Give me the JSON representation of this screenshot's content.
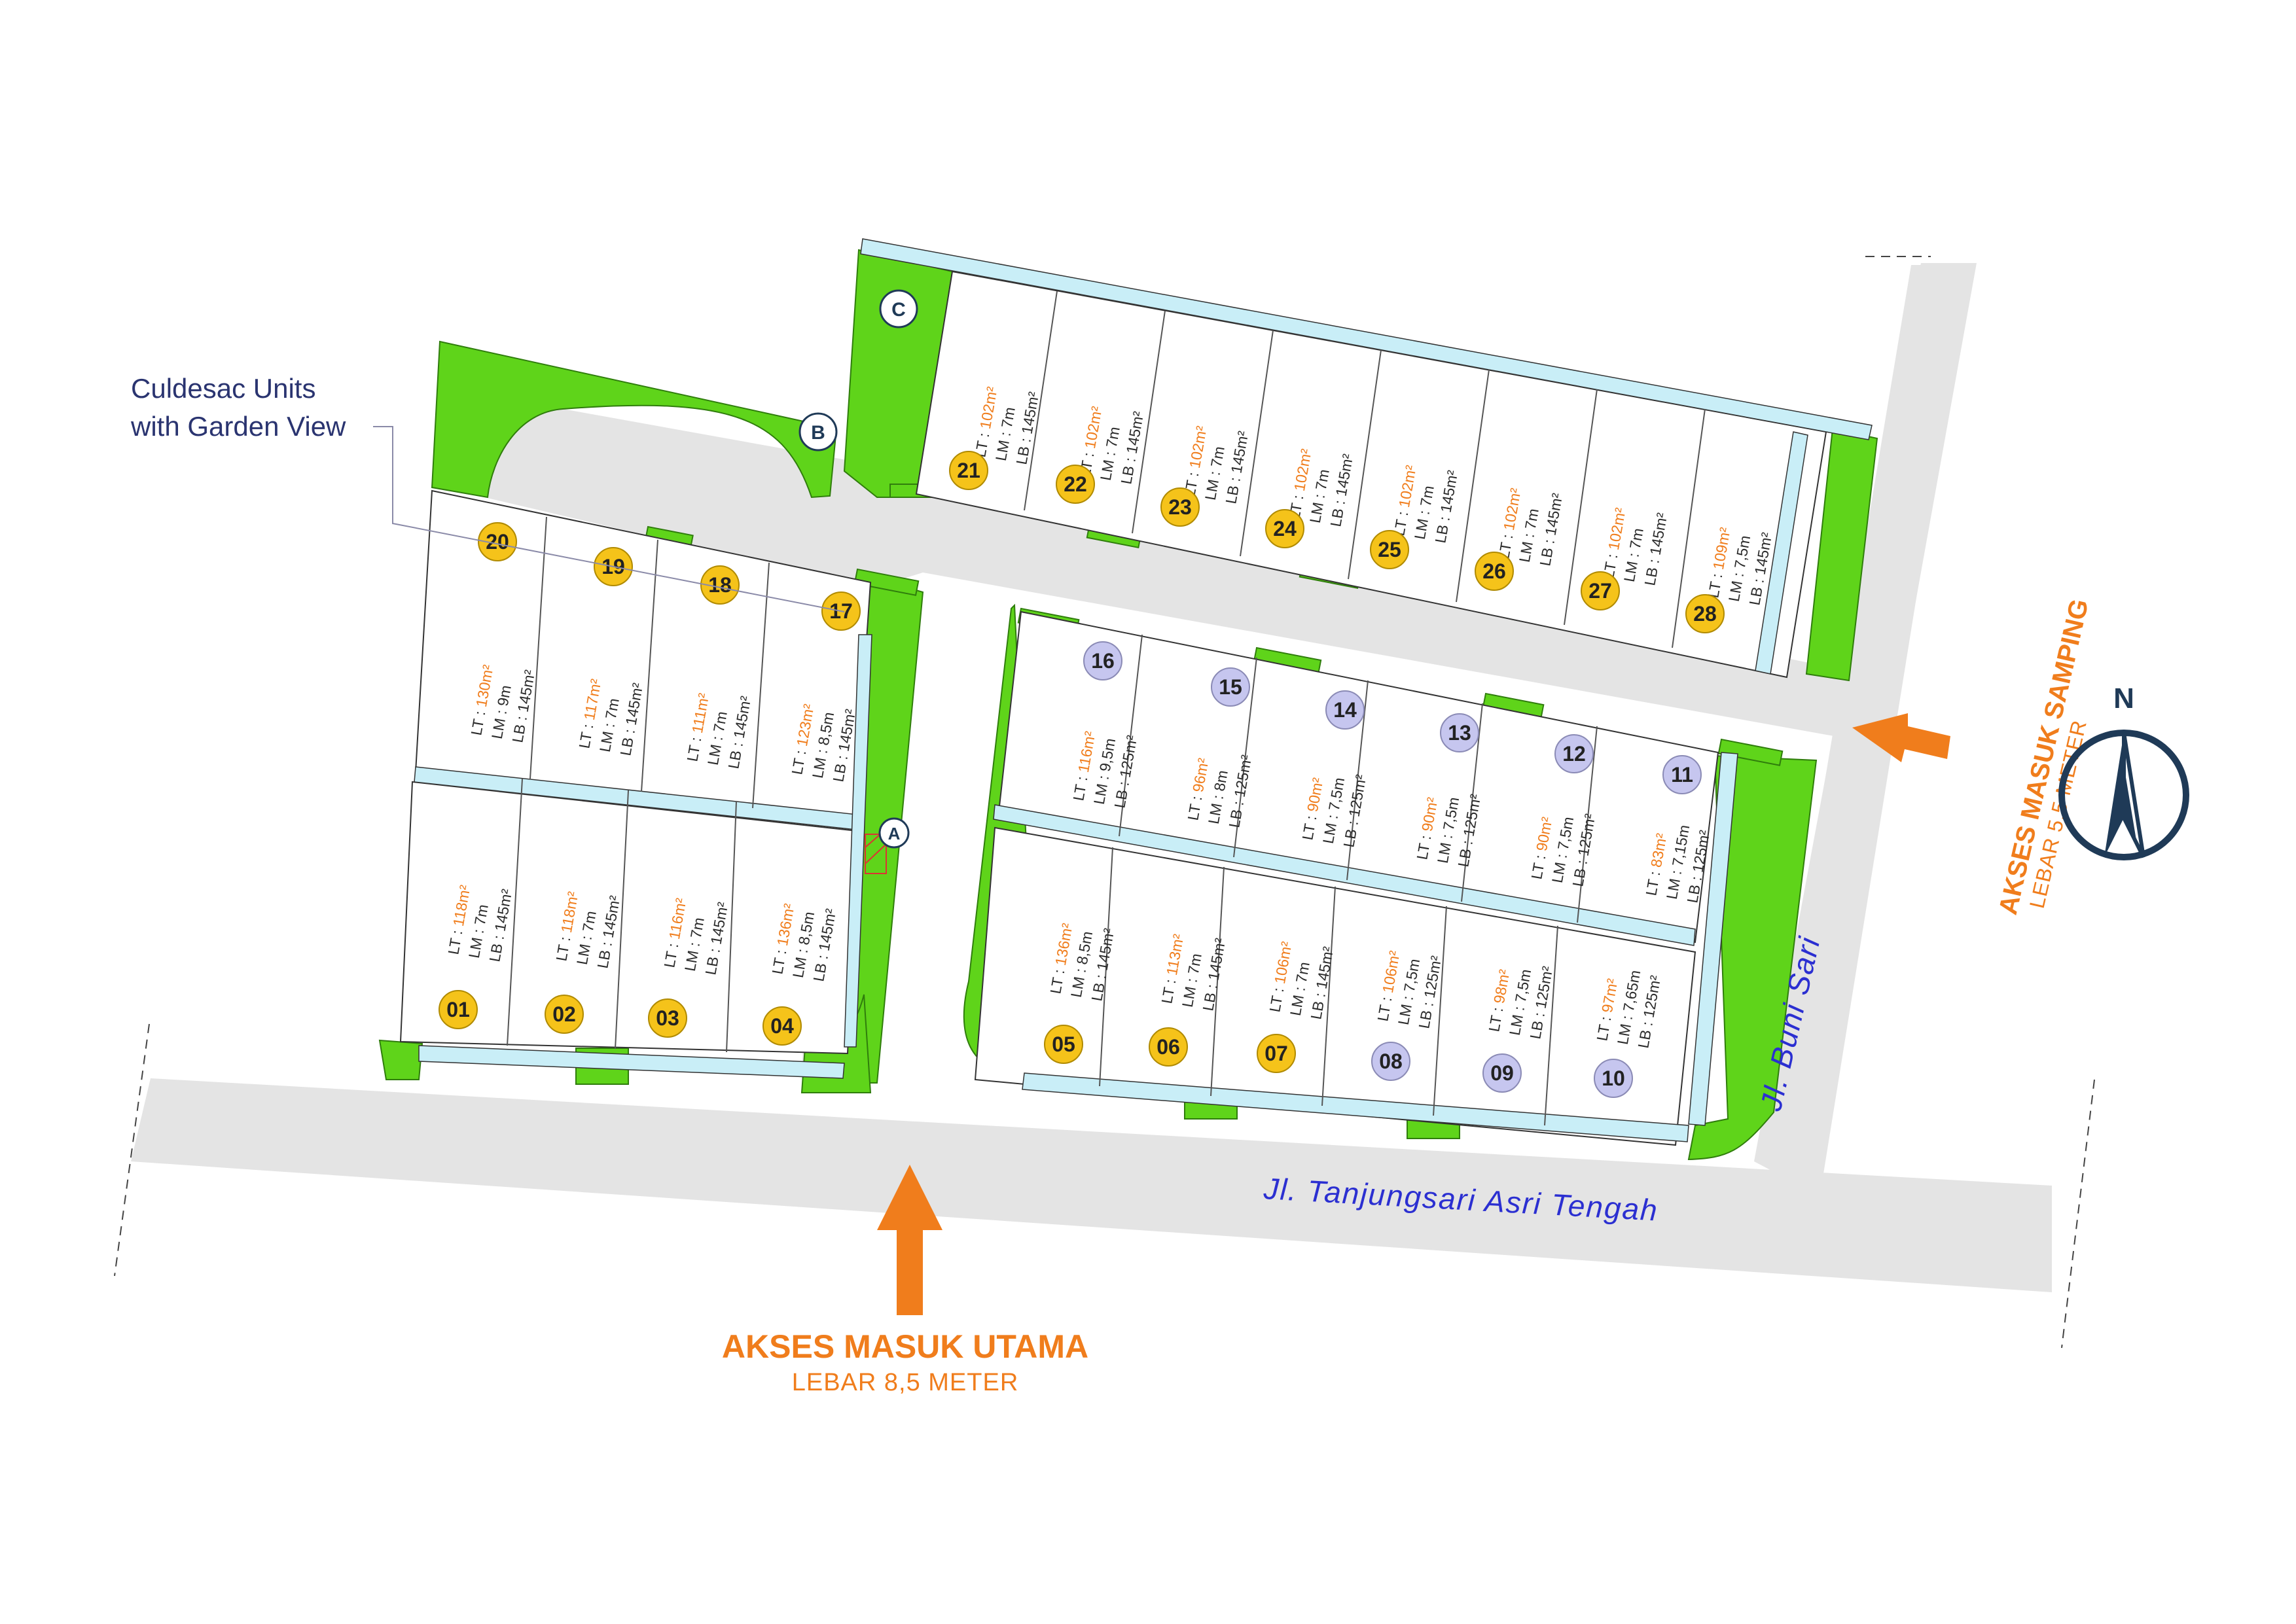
{
  "colors": {
    "road": "#e4e4e4",
    "green": "#5fd41a",
    "green_edge": "#2f7d0c",
    "channel": "#c9eef7",
    "accent": "#f07d1c",
    "label_blue": "#2b2fd1",
    "badge_yellow": "#f5c31a",
    "badge_lavender": "#c6c6ef",
    "compass": "#1f3a57"
  },
  "note": {
    "line1": "Culdesac Units",
    "line2": "with Garden View"
  },
  "facility_markers": [
    "A",
    "B",
    "C"
  ],
  "access_main": {
    "title": "AKSES MASUK UTAMA",
    "subtitle": "LEBAR 8,5 METER"
  },
  "access_side": {
    "title": "AKSES MASUK SAMPING",
    "subtitle": "LEBAR 5,5 METER"
  },
  "streets": {
    "main": "Jl. Tanjungsari Asri Tengah",
    "side": "Jl. Buni Sari"
  },
  "compass": {
    "label": "N",
    "icon": "north-arrow-icon"
  },
  "lot_label_keys": {
    "lt": "LT",
    "lm": "LM",
    "lb": "LB",
    "sep": ":"
  },
  "units": [
    {
      "id": "01",
      "lt": "118m²",
      "lm": "7m",
      "lb": "145m²",
      "badge": "yellow"
    },
    {
      "id": "02",
      "lt": "118m²",
      "lm": "7m",
      "lb": "145m²",
      "badge": "yellow"
    },
    {
      "id": "03",
      "lt": "116m²",
      "lm": "7m",
      "lb": "145m²",
      "badge": "yellow"
    },
    {
      "id": "04",
      "lt": "136m²",
      "lm": "8,5m",
      "lb": "145m²",
      "badge": "yellow"
    },
    {
      "id": "05",
      "lt": "136m²",
      "lm": "8,5m",
      "lb": "145m²",
      "badge": "yellow"
    },
    {
      "id": "06",
      "lt": "113m²",
      "lm": "7m",
      "lb": "145m²",
      "badge": "yellow"
    },
    {
      "id": "07",
      "lt": "106m²",
      "lm": "7m",
      "lb": "145m²",
      "badge": "yellow"
    },
    {
      "id": "08",
      "lt": "106m²",
      "lm": "7,5m",
      "lb": "125m²",
      "badge": "lavender"
    },
    {
      "id": "09",
      "lt": "98m²",
      "lm": "7,5m",
      "lb": "125m²",
      "badge": "lavender"
    },
    {
      "id": "10",
      "lt": "97m²",
      "lm": "7,65m",
      "lb": "125m²",
      "badge": "lavender"
    },
    {
      "id": "11",
      "lt": "83m²",
      "lm": "7,15m",
      "lb": "125m²",
      "badge": "lavender"
    },
    {
      "id": "12",
      "lt": "90m²",
      "lm": "7,5m",
      "lb": "125m²",
      "badge": "lavender"
    },
    {
      "id": "13",
      "lt": "90m²",
      "lm": "7,5m",
      "lb": "125m²",
      "badge": "lavender"
    },
    {
      "id": "14",
      "lt": "90m²",
      "lm": "7,5m",
      "lb": "125m²",
      "badge": "lavender"
    },
    {
      "id": "15",
      "lt": "96m²",
      "lm": "8m",
      "lb": "125m²",
      "badge": "lavender"
    },
    {
      "id": "16",
      "lt": "116m²",
      "lm": "9,5m",
      "lb": "125m²",
      "badge": "lavender"
    },
    {
      "id": "17",
      "lt": "123m²",
      "lm": "8,5m",
      "lb": "145m²",
      "badge": "yellow"
    },
    {
      "id": "18",
      "lt": "111m²",
      "lm": "7m",
      "lb": "145m²",
      "badge": "yellow"
    },
    {
      "id": "19",
      "lt": "117m²",
      "lm": "7m",
      "lb": "145m²",
      "badge": "yellow"
    },
    {
      "id": "20",
      "lt": "130m²",
      "lm": "9m",
      "lb": "145m²",
      "badge": "yellow"
    },
    {
      "id": "21",
      "lt": "102m²",
      "lm": "7m",
      "lb": "145m²",
      "badge": "yellow"
    },
    {
      "id": "22",
      "lt": "102m²",
      "lm": "7m",
      "lb": "145m²",
      "badge": "yellow"
    },
    {
      "id": "23",
      "lt": "102m²",
      "lm": "7m",
      "lb": "145m²",
      "badge": "yellow"
    },
    {
      "id": "24",
      "lt": "102m²",
      "lm": "7m",
      "lb": "145m²",
      "badge": "yellow"
    },
    {
      "id": "25",
      "lt": "102m²",
      "lm": "7m",
      "lb": "145m²",
      "badge": "yellow"
    },
    {
      "id": "26",
      "lt": "102m²",
      "lm": "7m",
      "lb": "145m²",
      "badge": "yellow"
    },
    {
      "id": "27",
      "lt": "102m²",
      "lm": "7m",
      "lb": "145m²",
      "badge": "yellow"
    },
    {
      "id": "28",
      "lt": "109m²",
      "lm": "7,5m",
      "lb": "145m²",
      "badge": "yellow"
    }
  ]
}
